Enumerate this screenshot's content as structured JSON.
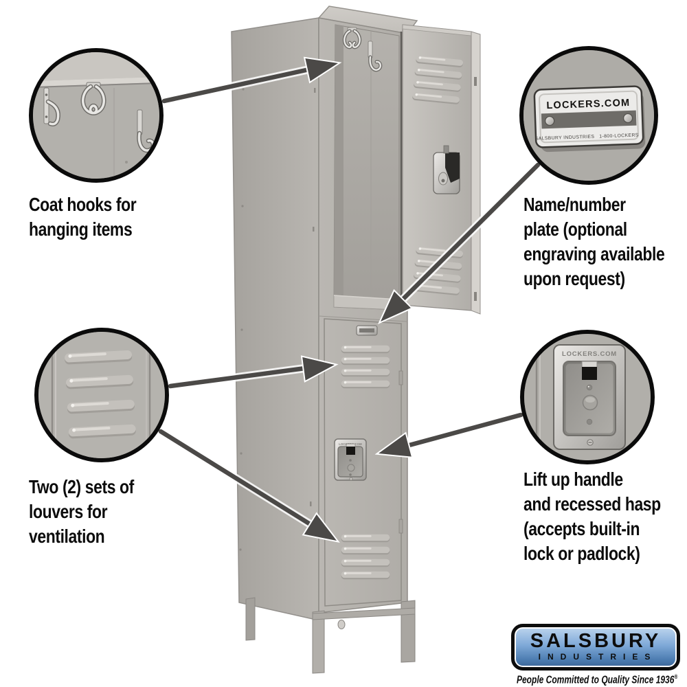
{
  "page": {
    "background_color": "#ffffff",
    "arrow_color": "#4b4947",
    "locker_color": "#b6b3ae"
  },
  "callouts": {
    "coat_hooks": {
      "label_lines": [
        "Coat hooks for",
        "hanging items"
      ]
    },
    "name_plate": {
      "label_lines": [
        "Name/number",
        "plate (optional",
        "engraving available",
        "upon request)"
      ],
      "plate_title": "LOCKERS.COM",
      "plate_footer_left": "SALSBURY INDUSTRIES",
      "plate_footer_right": "1-800-LOCKERS"
    },
    "louvers": {
      "label_lines": [
        "Two (2) sets of",
        "louvers for",
        "ventilation"
      ]
    },
    "handle": {
      "label_lines": [
        "Lift up handle",
        "and recessed hasp",
        "(accepts built-in",
        "lock or padlock)"
      ],
      "embossed_text": "LOCKERS.COM"
    }
  },
  "logo": {
    "brand": "SALSBURY",
    "division": "INDUSTRIES",
    "tagline": "People Committed to Quality Since 1936",
    "registered_mark": "®",
    "panel_top_color": "#bdd5ee",
    "panel_bottom_color": "#3b6597"
  }
}
